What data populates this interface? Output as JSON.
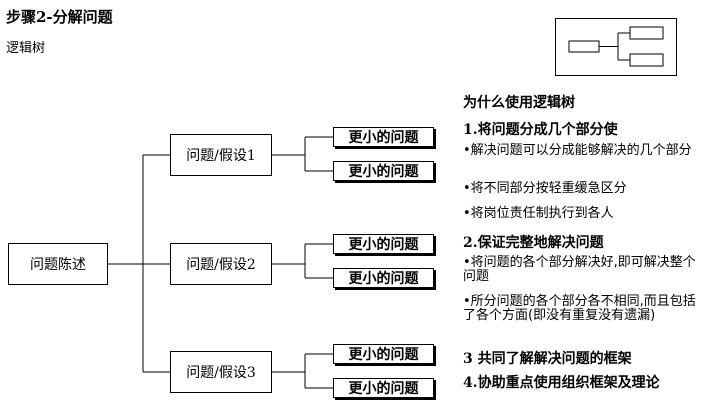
{
  "header": {
    "title": "步骤2-分解问题",
    "subtitle": "逻辑树"
  },
  "tree": {
    "root": "问题陈述",
    "branches": [
      {
        "label": "问题/假设1",
        "children": [
          "更小的问题",
          "更小的问题"
        ]
      },
      {
        "label": "问题/假设2",
        "children": [
          "更小的问题",
          "更小的问题"
        ]
      },
      {
        "label": "问题/假设3",
        "children": [
          "更小的问题",
          "更小的问题"
        ]
      }
    ]
  },
  "panel": {
    "heading": "为什么使用逻辑树",
    "s1": "1.将问题分成几个部分使",
    "b1": "•解决问题可以分成能够解决的几个部分",
    "b2": "•将不同部分按轻重缓急区分",
    "b3": "•将岗位责任制执行到各人",
    "s2": "2.保证完整地解决问题",
    "b4": "•将问题的各个部分解决好,即可解决整个问题",
    "b5": "•所分问题的各个部分各不相同,而且包括了各个方面(即没有重复没有遗漏)",
    "s3": "3 共同了解解决问题的框架",
    "s4": "4.协助重点使用组织框架及理论"
  }
}
